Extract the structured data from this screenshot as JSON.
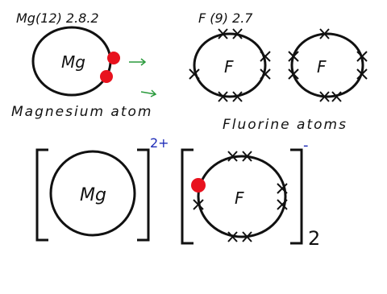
{
  "mg_atom": {
    "config": "Mg(12) 2.8.2",
    "symbol": "Mg",
    "caption": "Magnesium atom"
  },
  "f_atoms": {
    "config": "F (9) 2.7",
    "left_symbol": "F",
    "right_symbol": "F",
    "caption": "Fluorine atoms"
  },
  "mg_ion": {
    "symbol": "Mg",
    "charge": "2+"
  },
  "f_ion": {
    "symbol": "F",
    "charge": "-",
    "count": "2"
  },
  "colors": {
    "ink": "#111111",
    "electron_transferred": "#e8121e",
    "arrow": "#2a9a3c",
    "charge": "#1d2bb8"
  }
}
